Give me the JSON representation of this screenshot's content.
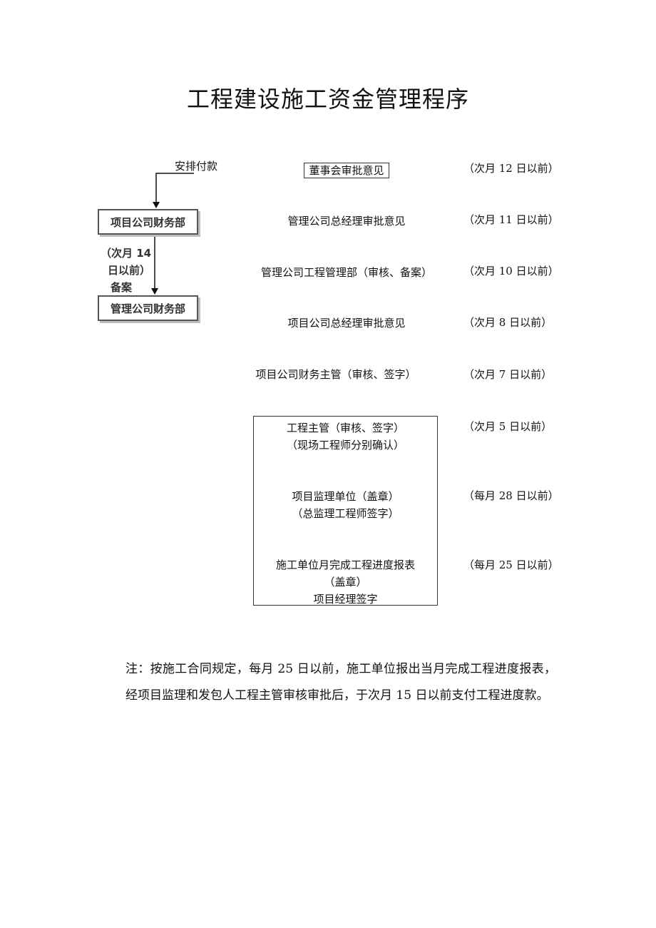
{
  "title": "工程建设施工资金管理程序",
  "left_flow": {
    "start_label": "安排付款",
    "box1": "项目公司财务部",
    "mid_label_line1": "（次月 14",
    "mid_label_line2": "日以前）",
    "mid_label_line3": "备案",
    "box2": "管理公司财务部"
  },
  "steps": [
    {
      "label": "董事会审批意见",
      "deadline": "（次月 12 日以前）"
    },
    {
      "label": "管理公司总经理审批意见",
      "deadline": "（次月 11 日以前）"
    },
    {
      "label": "管理公司工程管理部（审核、备案）",
      "deadline": "（次月 10 日以前）"
    },
    {
      "label": "项目公司总经理审批意见",
      "deadline": "（次月 8 日以前）"
    },
    {
      "label": "项目公司财务主管（审核、签字）",
      "deadline": "（次月 7 日以前）"
    }
  ],
  "boxed_steps": [
    {
      "line1": "工程主管（审核、签字）",
      "line2": "（现场工程师分别确认）",
      "deadline": "（次月 5 日以前）"
    },
    {
      "line1": "项目监理单位（盖章）",
      "line2": "（总监理工程师签字）",
      "deadline": "（每月 28 日以前）"
    },
    {
      "line1": "施工单位月完成工程进度报表",
      "line2": "（盖章）",
      "line3": "项目经理签字",
      "deadline": "（每月 25 日以前）"
    }
  ],
  "note": "注：按施工合同规定，每月 25 日以前，施工单位报出当月完成工程进度报表，经项目监理和发包人工程主管审核审批后，于次月 15 日以前支付工程进度款。",
  "colors": {
    "text": "#111111",
    "box_border": "#555555",
    "shadow": "#bdbdbd"
  }
}
